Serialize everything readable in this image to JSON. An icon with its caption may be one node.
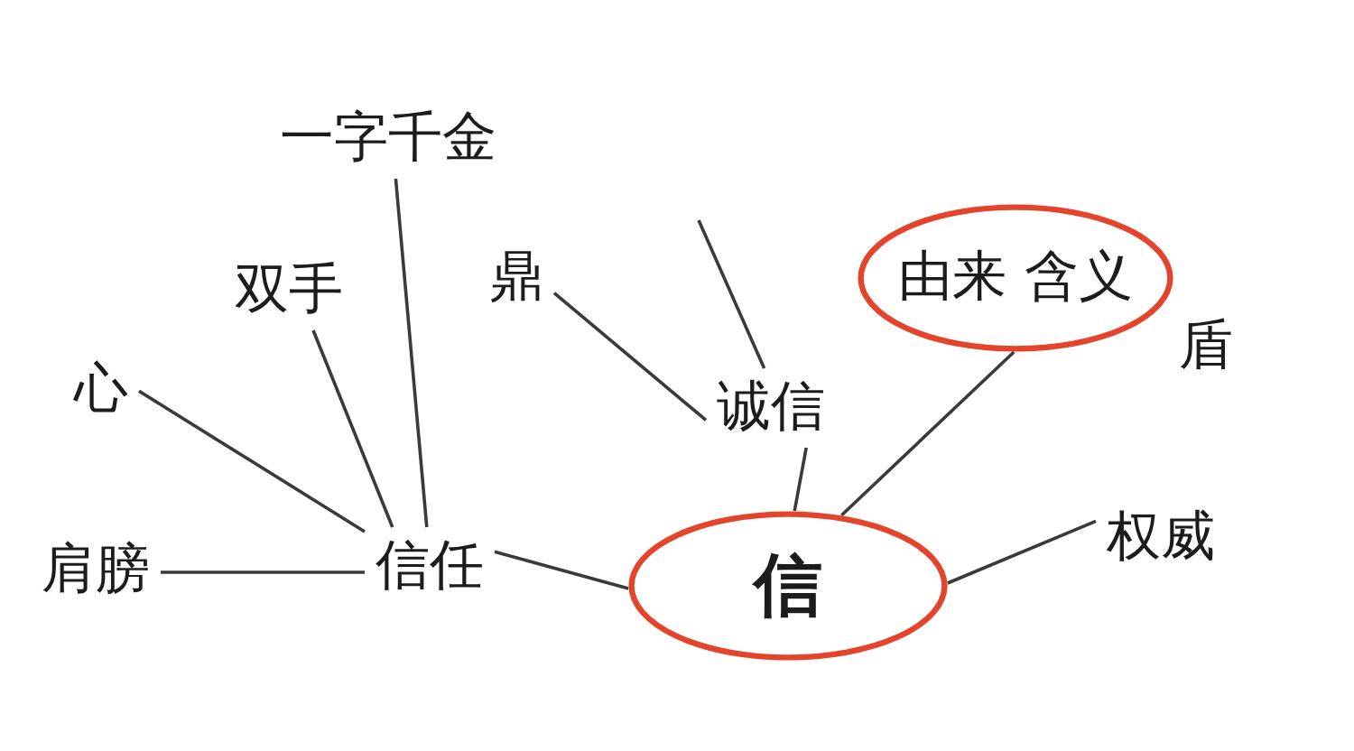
{
  "diagram": {
    "nodes": [
      {
        "text": [
          "一字千金"
        ]
      },
      {
        "text": [
          "双手"
        ]
      },
      {
        "text": [
          "鼎"
        ]
      },
      {
        "text": [
          "由来 含义"
        ]
      },
      {
        "text": [
          "心"
        ]
      },
      {
        "text": [
          "诚信"
        ]
      },
      {
        "text": [
          "肩膀"
        ]
      },
      {
        "text": [
          "信任"
        ]
      },
      {
        "text": [
          "信"
        ]
      },
      {
        "text": [
          "权威"
        ]
      }
    ],
    "edges": [
      {
        "from": 8,
        "to": 7,
        "arrow": "none"
      },
      {
        "from": 8,
        "to": 5,
        "arrow": "none"
      },
      {
        "from": 8,
        "to": 3,
        "arrow": "none"
      },
      {
        "from": 8,
        "to": 9,
        "arrow": "none"
      },
      {
        "from": 7,
        "to": 6,
        "arrow": "none"
      },
      {
        "from": 7,
        "to": 4,
        "arrow": "none"
      },
      {
        "from": 7,
        "to": 1,
        "arrow": "none"
      },
      {
        "from": 7,
        "to": 0,
        "arrow": "none"
      },
      {
        "from": 5,
        "to": 2,
        "arrow": "none"
      },
      {
        "from": 5,
        "to": null,
        "arrow": "none"
      }
    ],
    "labels": [
      "盾"
    ]
  }
}
